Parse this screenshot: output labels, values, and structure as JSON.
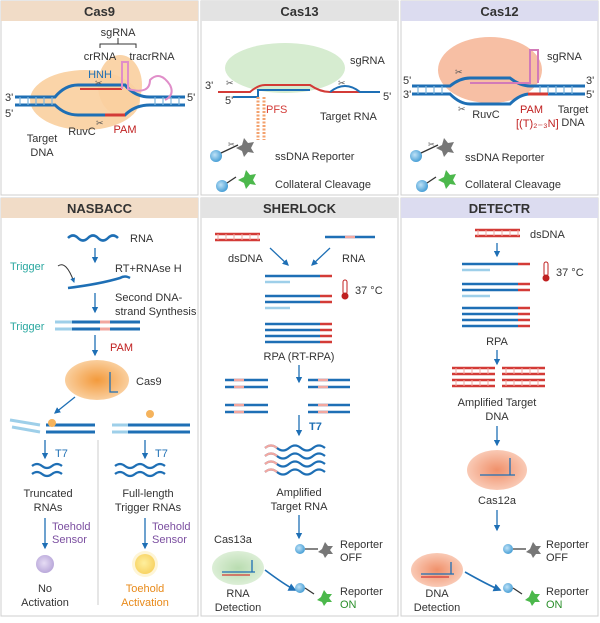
{
  "colors": {
    "cas9_header": "#f1dcc7",
    "cas13_header": "#e3e3e3",
    "cas12_header": "#dcdcf0",
    "dna_blue": "#1e6fb5",
    "dna_light": "#7fb6dc",
    "rna_red": "#d33b37",
    "rna_pink": "#f2a7a0",
    "protein_orange": "#f6c38c",
    "protein_green": "#cfe7c8",
    "protein_salmon": "#f4b9a0",
    "toehold_purple": "#7b4ea0",
    "orange_text": "#e88a1a",
    "green_text": "#2a8f2a",
    "pam_red": "#c02020"
  },
  "panels": {
    "cas9": {
      "title": "Cas9",
      "sgrna": "sgRNA",
      "crrna": "crRNA",
      "tracrrna": "tracrRNA",
      "hnh": "HNH",
      "ruvc": "RuvC",
      "pam": "PAM",
      "target": "Target",
      "dna": "DNA",
      "p3": "3'",
      "p5": "5'"
    },
    "cas13": {
      "title": "Cas13",
      "sgrna": "sgRNA",
      "pfs": "PFS",
      "target_rna": "Target RNA",
      "reporter": "ssDNA Reporter",
      "collateral": "Collateral Cleavage",
      "p3": "3'",
      "p5": "5'"
    },
    "cas12": {
      "title": "Cas12",
      "sgrna": "sgRNA",
      "ruvc": "RuvC",
      "pam": "PAM",
      "pam_seq": "[(T)₂₋₃N]",
      "target": "Target",
      "dna": "DNA",
      "reporter": "ssDNA Reporter",
      "collateral": "Collateral Cleavage",
      "p3": "3'",
      "p5": "5'"
    },
    "nasbacc": {
      "title": "NASBACC",
      "rna": "RNA",
      "trigger1": "Trigger",
      "rt": "RT+RNAse H",
      "second1": "Second DNA-",
      "second2": "strand Synthesis",
      "trigger2": "Trigger",
      "pam": "PAM",
      "cas9": "Cas9",
      "t7a": "T7",
      "t7b": "T7",
      "trunc1": "Truncated",
      "trunc2": "RNAs",
      "full1": "Full-length",
      "full2": "Trigger RNAs",
      "toe1a": "Toehold",
      "toe1b": "Sensor",
      "toe2a": "Toehold",
      "toe2b": "Sensor",
      "noact1": "No",
      "noact2": "Activation",
      "act1": "Toehold",
      "act2": "Activation"
    },
    "sherlock": {
      "title": "SHERLOCK",
      "dsdna": "dsDNA",
      "rna": "RNA",
      "temp": "37 °C",
      "rpa": "RPA (RT-RPA)",
      "t7": "T7",
      "amp1": "Amplified",
      "amp2": "Target RNA",
      "cas13a": "Cas13a",
      "rep_off1": "Reporter",
      "rep_off2": "OFF",
      "rep_on1": "Reporter",
      "rep_on2": "ON",
      "det1": "RNA",
      "det2": "Detection"
    },
    "detectr": {
      "title": "DETECTR",
      "dsdna": "dsDNA",
      "temp": "37 °C",
      "rpa": "RPA",
      "amp1": "Amplified Target",
      "amp2": "DNA",
      "cas12a": "Cas12a",
      "rep_off1": "Reporter",
      "rep_off2": "OFF",
      "rep_on1": "Reporter",
      "rep_on2": "ON",
      "det1": "DNA",
      "det2": "Detection"
    }
  }
}
